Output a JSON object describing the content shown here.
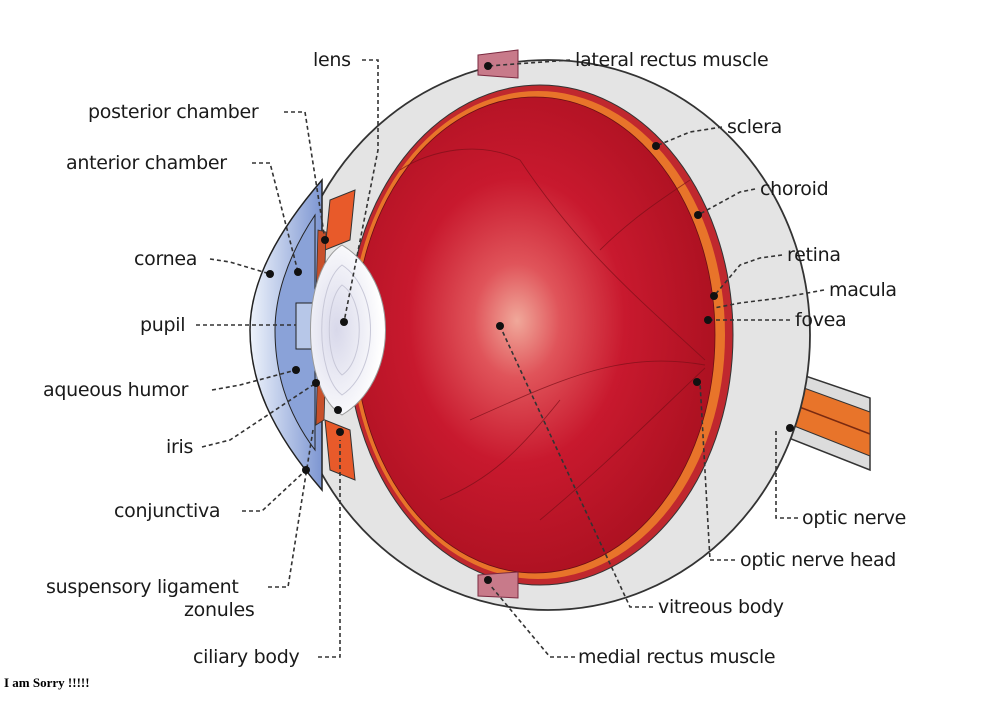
{
  "labels": {
    "lens": "lens",
    "posterior_chamber": "posterior chamber",
    "anterior_chamber": "anterior chamber",
    "cornea": "cornea",
    "pupil": "pupil",
    "aqueous_humor": "aqueous humor",
    "iris": "iris",
    "conjunctiva": "conjunctiva",
    "suspensory_ligament": "suspensory ligament",
    "zonules": "zonules",
    "ciliary_body": "ciliary body",
    "lateral_rectus_muscle": "lateral rectus muscle",
    "sclera": "sclera",
    "choroid": "choroid",
    "retina": "retina",
    "macula": "macula",
    "fovea": "fovea",
    "optic_nerve": "optic nerve",
    "optic_nerve_head": "optic nerve head",
    "vitreous_body": "vitreous body",
    "medial_rectus_muscle": "medial rectus muscle"
  },
  "footer_note": "I am Sorry !!!!!",
  "colors": {
    "globe": "#c8192e",
    "sclera": "#e4e4e4",
    "choroid": "#e8742a",
    "cornea": "#8fa8dc",
    "lens": "#f2f2f8"
  }
}
